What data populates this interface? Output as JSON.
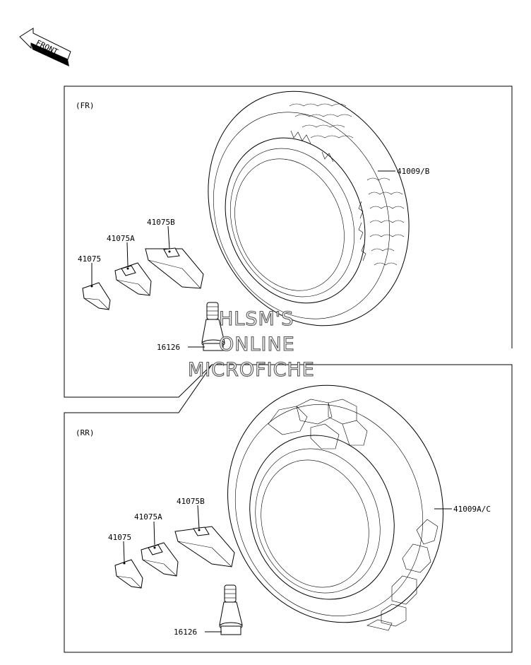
{
  "front_arrow": {
    "label": "FRONT"
  },
  "front_section": {
    "label": "(FR)",
    "parts": {
      "tire": "41009/B",
      "weight_b": "41075B",
      "weight_a": "41075A",
      "weight": "41075",
      "valve": "16126"
    }
  },
  "rear_section": {
    "label": "(RR)",
    "parts": {
      "tire": "41009A/C",
      "weight_b": "41075B",
      "weight_a": "41075A",
      "weight": "41075",
      "valve": "16126"
    }
  },
  "watermark": {
    "line1": "HLSM'S",
    "line2": "ONLINE",
    "line3": "MICROFICHE"
  }
}
